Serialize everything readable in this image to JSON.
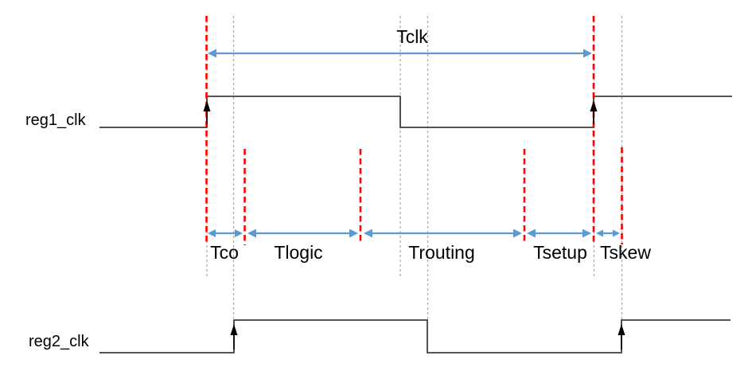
{
  "diagram": {
    "type": "clock-timing-diagram",
    "signals": [
      {
        "label": "reg1_clk"
      },
      {
        "label": "reg2_clk"
      }
    ],
    "measurements": {
      "tclk": {
        "label": "Tclk"
      },
      "tco": {
        "label": "Tco"
      },
      "tlogic": {
        "label": "Tlogic"
      },
      "trouting": {
        "label": "Trouting"
      },
      "tsetup": {
        "label": "Tsetup"
      },
      "tskew": {
        "label": "Tskew"
      }
    },
    "colors": {
      "background": "#ffffff",
      "signal_line": "#3f3f3f",
      "edge_marker": "#000000",
      "measure_arrow": "#5b9bd5",
      "edge_guide_red": "#ff0000",
      "edge_guide_gray": "#adadad",
      "label_text": "#000000"
    }
  }
}
